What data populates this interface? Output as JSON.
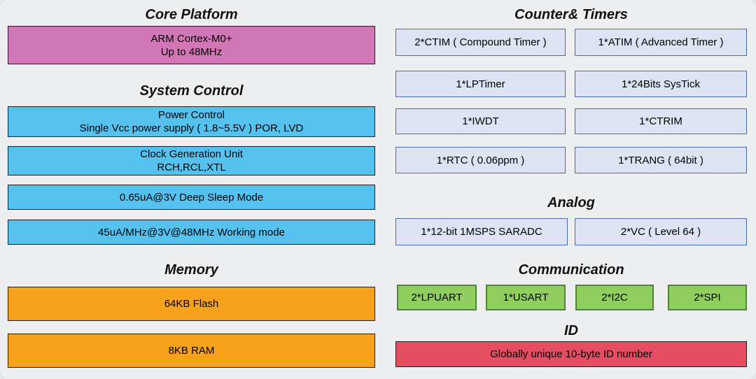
{
  "diagram": {
    "left": {
      "core_platform": {
        "title": "Core Platform",
        "block": {
          "line1": "ARM Cortex-M0+",
          "line2": "Up to 48MHz"
        }
      },
      "system_control": {
        "title": "System Control",
        "power": {
          "line1": "Power Control",
          "line2": "Single Vcc power supply ( 1.8~5.5V )  POR, LVD"
        },
        "clock": {
          "line1": "Clock Generation Unit",
          "line2": "RCH,RCL,XTL"
        },
        "deep_sleep": {
          "label": "0.65uA@3V Deep Sleep Mode"
        },
        "working_mode": {
          "label": "45uA/MHz@3V@48MHz Working mode"
        }
      },
      "memory": {
        "title": "Memory",
        "flash": {
          "label": "64KB Flash"
        },
        "ram": {
          "label": "8KB RAM"
        }
      }
    },
    "right": {
      "counter_timers": {
        "title": "Counter& Timers",
        "blocks": [
          {
            "label": "2*CTIM ( Compound Timer )"
          },
          {
            "label": "1*ATIM ( Advanced Timer )"
          },
          {
            "label": "1*LPTimer"
          },
          {
            "label": "1*24Bits SysTick"
          },
          {
            "label": "1*IWDT"
          },
          {
            "label": "1*CTRIM"
          },
          {
            "label": "1*RTC ( 0.06ppm )"
          },
          {
            "label": "1*TRANG ( 64bit )"
          }
        ]
      },
      "analog": {
        "title": "Analog",
        "blocks": [
          {
            "label": "1*12-bit 1MSPS SARADC"
          },
          {
            "label": "2*VC ( Level 64 )"
          }
        ]
      },
      "communication": {
        "title": "Communication",
        "blocks": [
          {
            "label": "2*LPUART"
          },
          {
            "label": "1*USART"
          },
          {
            "label": "2*I2C"
          },
          {
            "label": "2*SPI"
          }
        ]
      },
      "id": {
        "title": "ID",
        "block": {
          "label": "Globally unique 10-byte ID number"
        }
      }
    },
    "colors": {
      "background": "#eceef0",
      "core_platform_fill": "#d277b5",
      "system_control_fill": "#54c1ef",
      "memory_fill": "#f7a11c",
      "timer_fill": "#dde3f2",
      "timer_border": "#4a69b0",
      "communication_fill": "#8ecf60",
      "communication_border": "#53813a",
      "id_fill": "#e54d63"
    }
  }
}
